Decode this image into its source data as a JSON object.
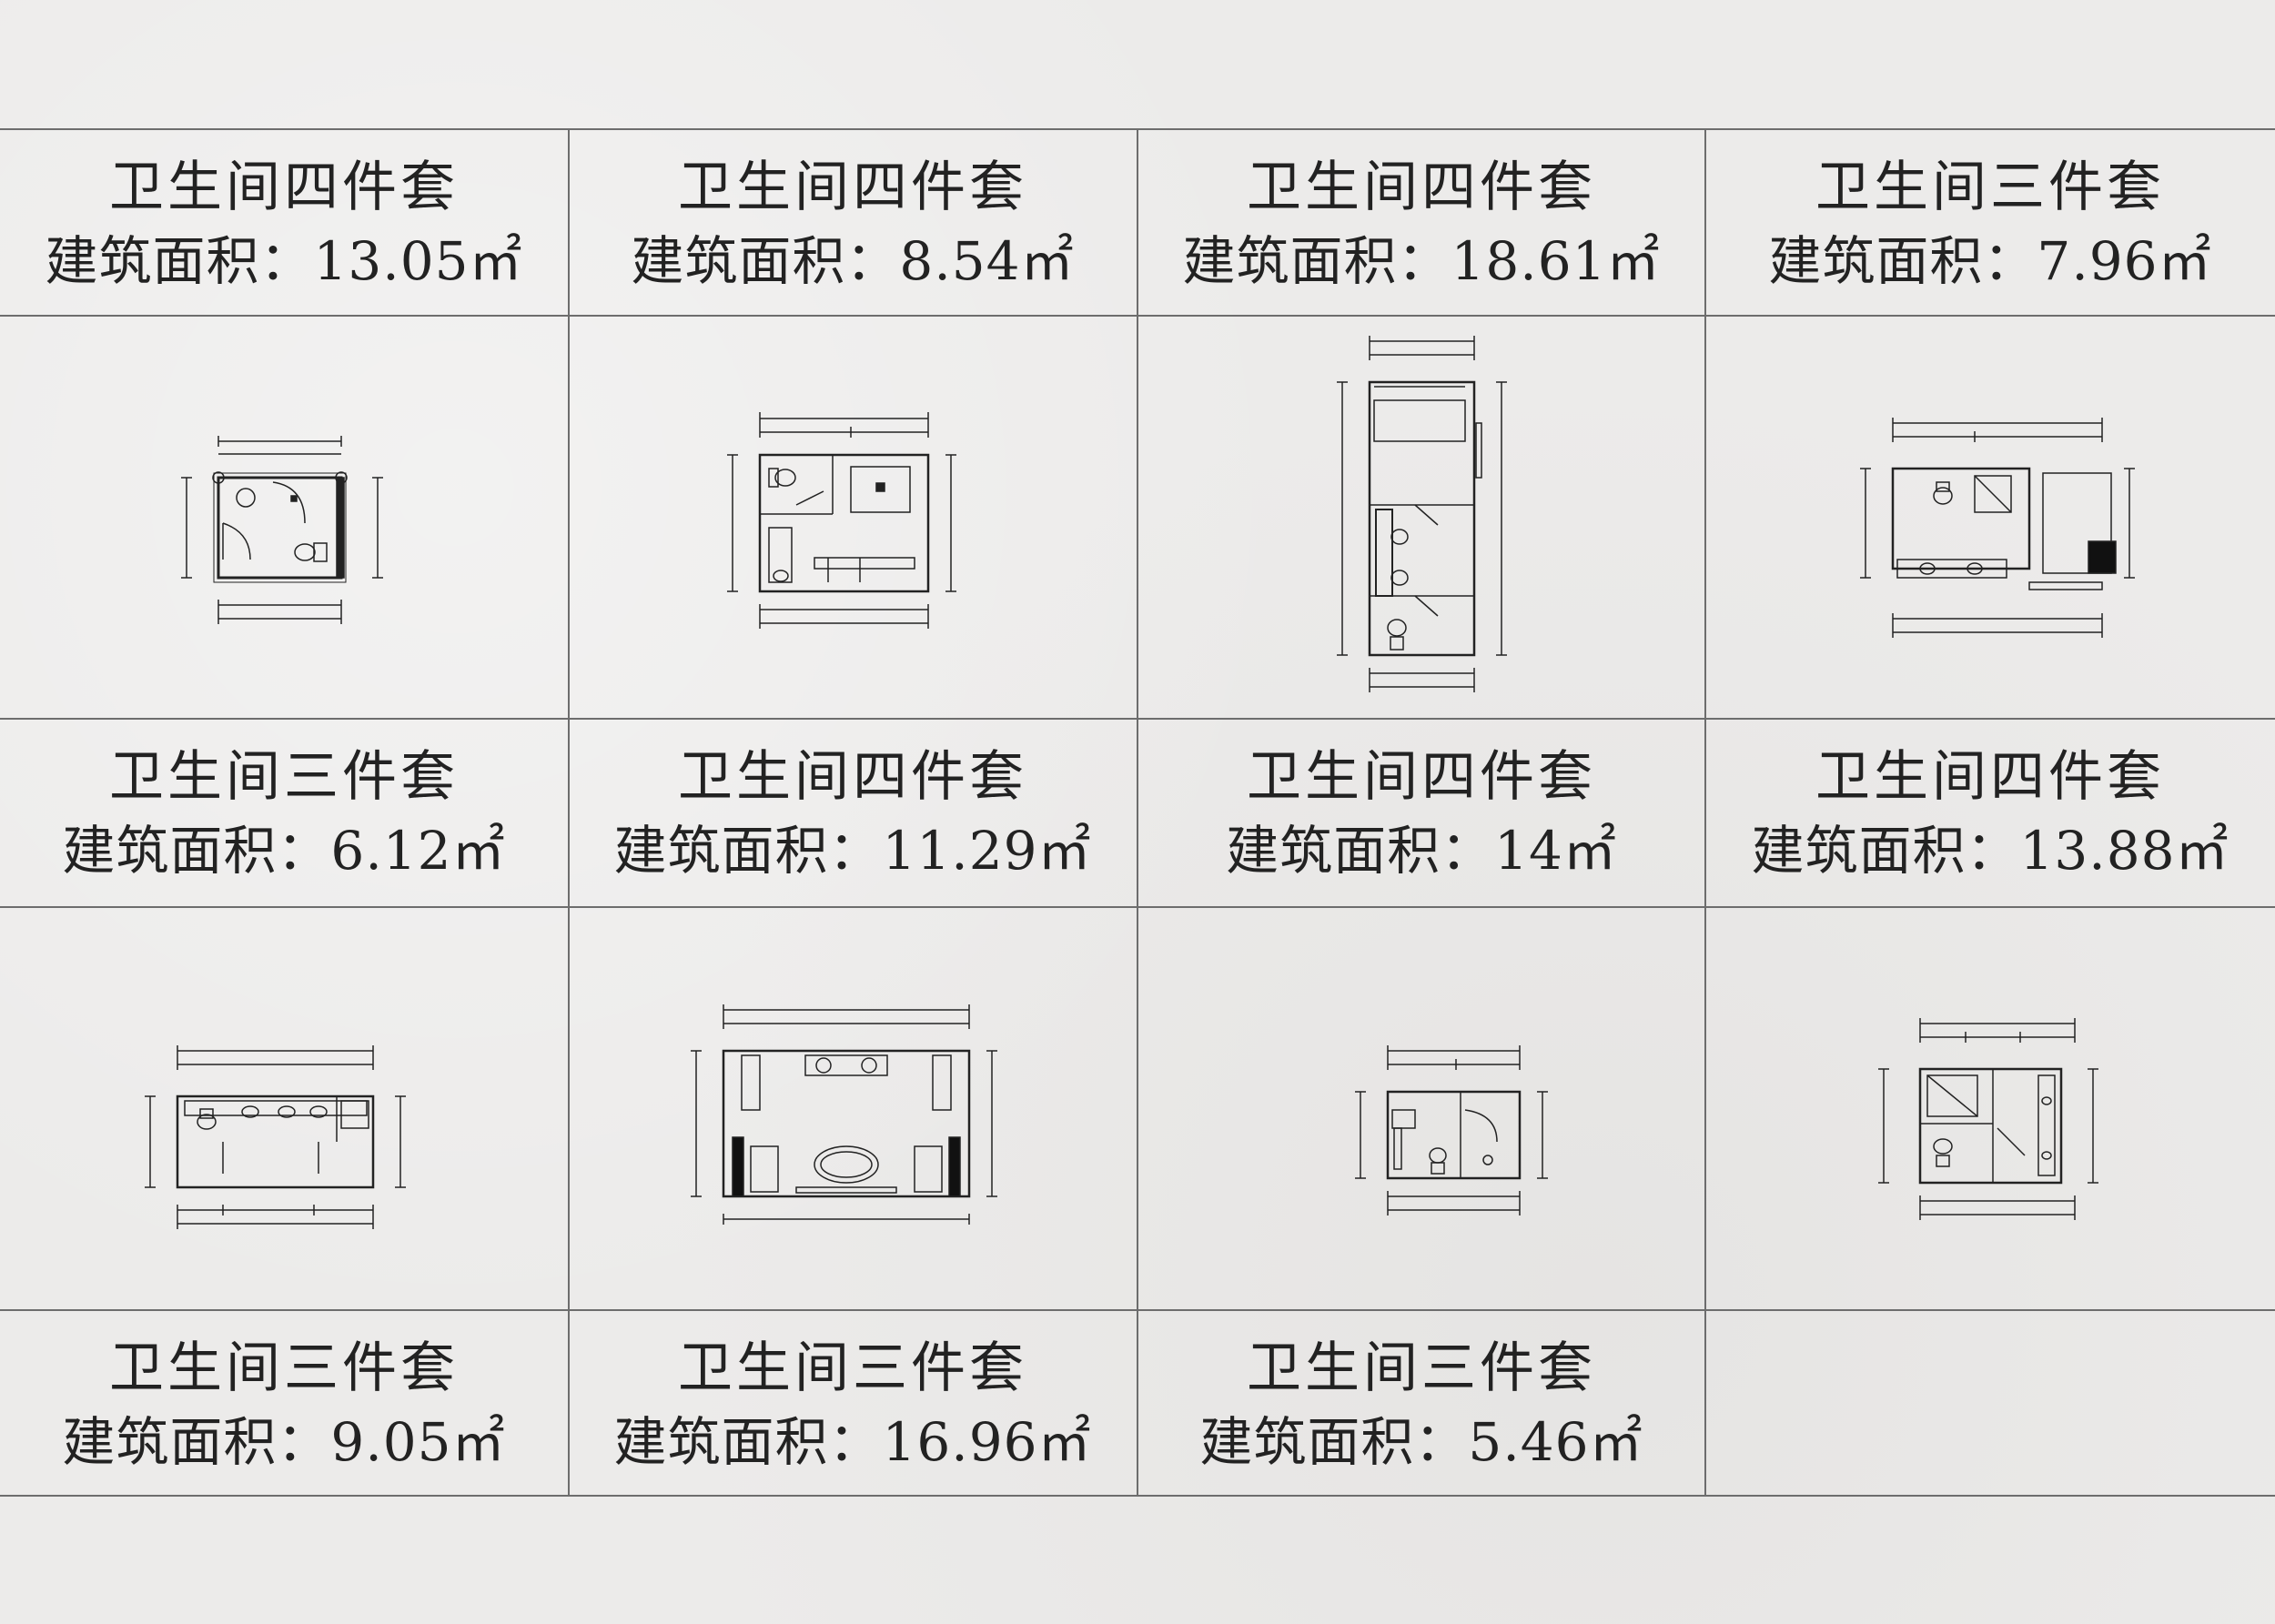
{
  "cells": [
    {
      "title": "卫生间四件套",
      "area": "建筑面积：13.05㎡"
    },
    {
      "title": "卫生间四件套",
      "area": "建筑面积：8.54㎡"
    },
    {
      "title": "卫生间四件套",
      "area": "建筑面积：18.61㎡"
    },
    {
      "title": "卫生间三件套",
      "area": "建筑面积：7.96㎡"
    },
    {
      "title": "卫生间三件套",
      "area": "建筑面积：6.12㎡"
    },
    {
      "title": "卫生间四件套",
      "area": "建筑面积：11.29㎡"
    },
    {
      "title": "卫生间四件套",
      "area": "建筑面积：14㎡"
    },
    {
      "title": "卫生间四件套",
      "area": "建筑面积：13.88㎡"
    },
    {
      "title": "卫生间三件套",
      "area": "建筑面积：9.05㎡"
    },
    {
      "title": "卫生间三件套",
      "area": "建筑面积：16.96㎡"
    },
    {
      "title": "卫生间三件套",
      "area": "建筑面积：5.46㎡"
    }
  ]
}
